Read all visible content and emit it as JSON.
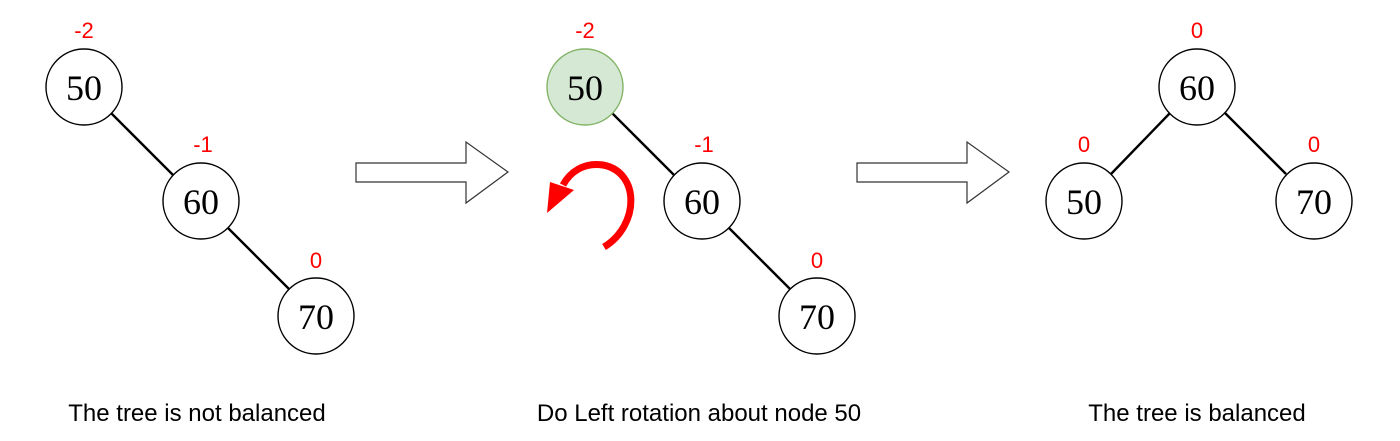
{
  "panels": [
    {
      "caption": "The tree is not balanced",
      "nodes": [
        {
          "value": "50",
          "balance": "-2"
        },
        {
          "value": "60",
          "balance": "-1"
        },
        {
          "value": "70",
          "balance": "0"
        }
      ]
    },
    {
      "caption": "Do Left rotation about node 50",
      "highlight_color": "#d5e8d4",
      "rotation_arrow_color": "#ff0000",
      "nodes": [
        {
          "value": "50",
          "balance": "-2"
        },
        {
          "value": "60",
          "balance": "-1"
        },
        {
          "value": "70",
          "balance": "0"
        }
      ]
    },
    {
      "caption": "The tree is balanced",
      "nodes": [
        {
          "value": "60",
          "balance": "0"
        },
        {
          "value": "50",
          "balance": "0"
        },
        {
          "value": "70",
          "balance": "0"
        }
      ]
    }
  ],
  "balance_color": "#ff0000"
}
